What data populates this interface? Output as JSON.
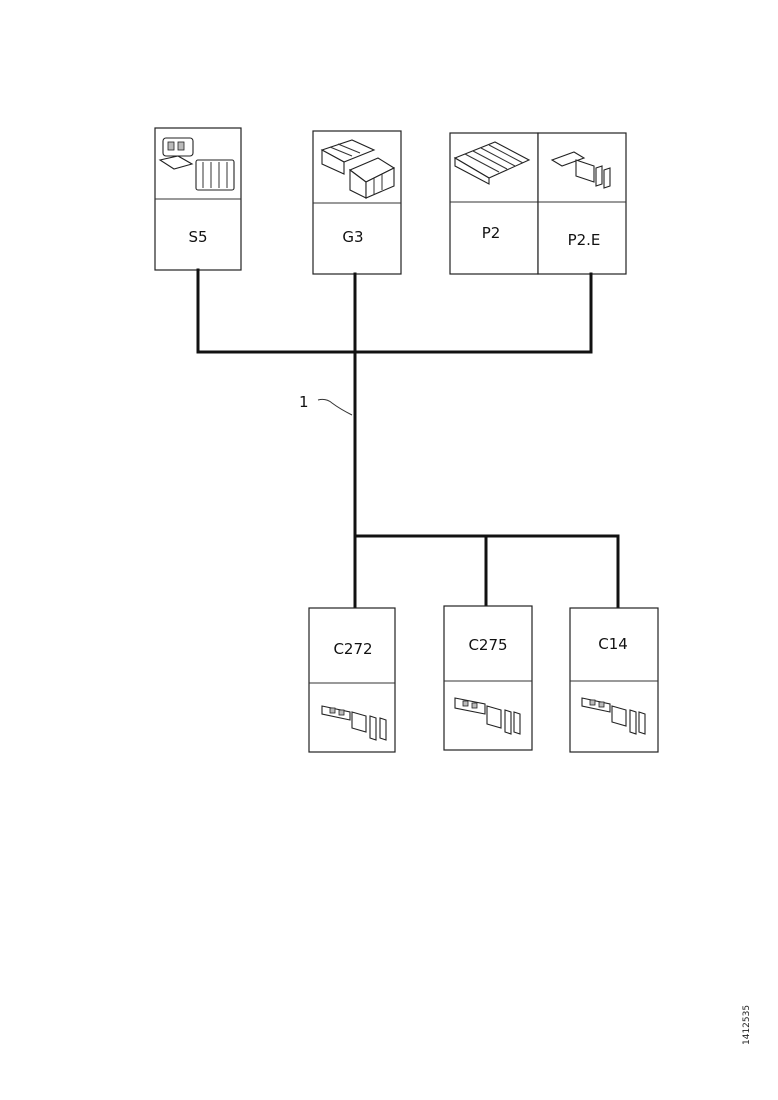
{
  "diagram": {
    "connectors_top": [
      {
        "id": "S5",
        "label": "S5"
      },
      {
        "id": "G3",
        "label": "G3"
      },
      {
        "id": "P2",
        "label": "P2"
      },
      {
        "id": "P2.E",
        "label": "P2.E"
      }
    ],
    "connectors_bottom": [
      {
        "id": "C272",
        "label": "C272"
      },
      {
        "id": "C275",
        "label": "C275"
      },
      {
        "id": "C14",
        "label": "C14"
      }
    ],
    "callout": "1",
    "reference_id": "1412535"
  }
}
